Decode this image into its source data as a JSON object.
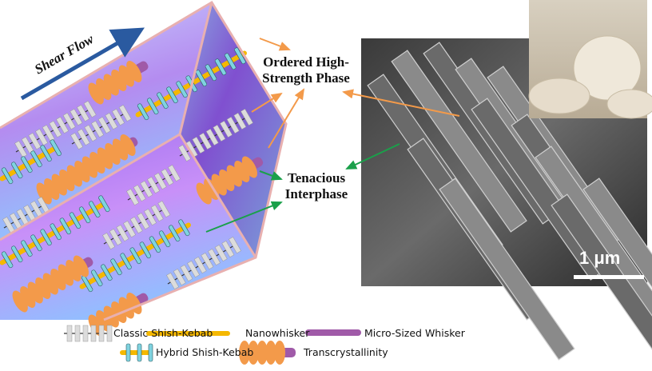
{
  "labels": {
    "shear_flow": "Shear Flow",
    "ordered_line1": "Ordered High-",
    "ordered_line2": "Strength Phase",
    "tenacious_line1": "Tenacious",
    "tenacious_line2": "Interphase",
    "scale_bar": "1 μm"
  },
  "legend": {
    "classic": "Classic Shish-Kebab",
    "nanowhisker": "Nanowhisker",
    "micro": "Micro-Sized Whisker",
    "hybrid": "Hybrid Shish-Kebab",
    "transcrystallinity": "Transcrystallinity"
  },
  "colors": {
    "orange": "#f39a4a",
    "yellow_rod": "#f5b800",
    "purple": "#a05aa8",
    "cyan_disc": "#7fd3e0",
    "green_arrow": "#1aa04a",
    "frame": "#e8b0b0"
  }
}
